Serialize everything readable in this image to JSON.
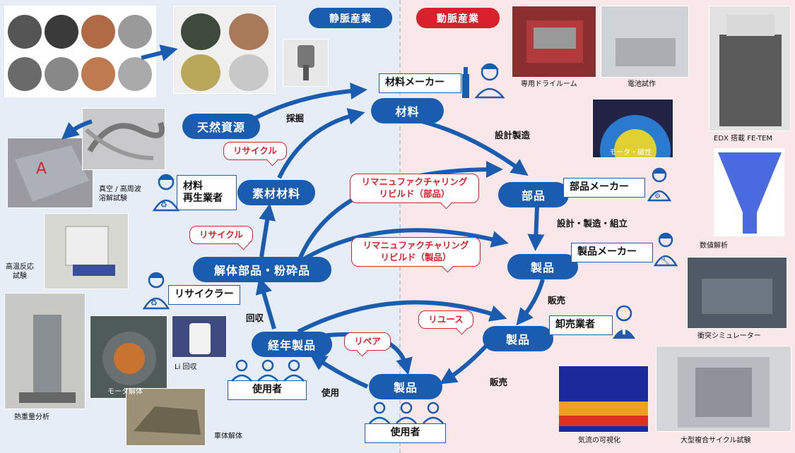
{
  "headers": {
    "left": "静脈産業",
    "right": "動脈産業"
  },
  "colors": {
    "primary": "#1a5db0",
    "accent_red": "#d9212b",
    "left_bg": "#e6edf7",
    "right_bg": "#f9e7ea"
  },
  "nodes": {
    "natural_resources": "天然資源",
    "material_top": "材料",
    "raw_material": "素材材料",
    "disassembled": "解体部品・粉砕品",
    "parts": "部品",
    "product_right1": "製品",
    "product_right2": "製品",
    "aged_product": "経年製品",
    "product_bottom": "製品"
  },
  "roles": {
    "material_maker": "材料メーカー",
    "recycler_material": "材料\n再生業者",
    "parts_maker": "部品メーカー",
    "product_maker": "製品メーカー",
    "recycler": "リサイクラー",
    "wholesaler": "卸売業者",
    "user1": "使用者",
    "user2": "使用者"
  },
  "flow_labels": {
    "mining": "採掘",
    "design_manufacture": "設計製造",
    "design_assembly": "設計・製造・組立",
    "sales1": "販売",
    "sales2": "販売",
    "collect": "回収",
    "use": "使用"
  },
  "callouts": {
    "recycle1": "リサイクル",
    "recycle2": "リサイクル",
    "reman_parts": "リマニュファクチャリング\nリビルド（部品）",
    "reman_products": "リマニュファクチャリング\nリビルド（製品）",
    "reuse": "リユース",
    "repair": "リペア"
  },
  "captions": {
    "dry_room": "専用ドライルーム",
    "battery": "電池試作",
    "fe_tem": "EDX 搭載 FE-TEM",
    "motor_mag": "モータ・磁性",
    "vacuum": "真空 / 高周波\n溶解試験",
    "high_temp": "高温反応\n試験",
    "numerical": "数値解析",
    "collision": "衝突シミュレーター",
    "li_recovery": "Li 回収",
    "motor_dis": "モータ解体",
    "thermo": "熱重量分析",
    "body_dis": "車体解体",
    "airflow": "気流の可視化",
    "cycle_test": "大型複合サイクル試験"
  },
  "icons": [
    "worker-icon",
    "recycle-icon",
    "user-icon",
    "businessman-icon",
    "gear-icon",
    "wrench-icon",
    "factory-icon"
  ]
}
